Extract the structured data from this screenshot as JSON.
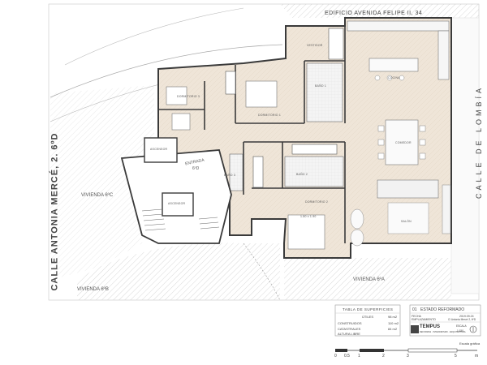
{
  "streets": {
    "top": "EDIFICIO AVENIDA FELIPE II, 34",
    "right": "CALLE DE LOMBÍA",
    "left": "CALLE ANTONIA MERCÉ, 2. 6ºD"
  },
  "neighbors": {
    "c": "VIVIENDA 6ºC",
    "b": "VIVIENDA 6ºB",
    "a": "VIVIENDA 6ºA"
  },
  "core": {
    "elevator1": "ASCENSOR",
    "elevator2": "ASCENSOR",
    "entrance": "ENTRADA",
    "entrance_unit": "6ºD"
  },
  "rooms": {
    "vestidor": "VESTIDOR",
    "bano1": "BAÑO 1",
    "bano2": "BAÑO 2",
    "bano3": "BAÑO 3",
    "cocina": "COCINA",
    "dorm1": "DORMITORIO 1",
    "dorm2": "DORMITORIO 2",
    "dorm3": "DORMITORIO 3",
    "comedor": "COMEDOR",
    "salon": "SALÓN",
    "bed_size": "1.80 x 1.90"
  },
  "surfaces": {
    "title": "TABLA DE SUPERFICIES",
    "subtitle": "ÚTILES",
    "rows": [
      {
        "label": "ÚTILES",
        "value": "98 m2"
      },
      {
        "label": "CONSTRUIDOS",
        "value": "110 m2"
      },
      {
        "label": "CATASTRALES",
        "value": "84 m2"
      },
      {
        "label": "ALTURA LIBRE",
        "value": ""
      }
    ]
  },
  "title_block": {
    "number": "01",
    "title": "ESTADO REFORMADO",
    "fecha_label": "FECHA",
    "fecha_value": "2019.09.24",
    "emplazamiento_label": "EMPLAZAMIENTO",
    "emplazamiento_value": "C/ Antonia Mercé 2, 6ºD",
    "brand_mark": "TEMPUS",
    "brand_tag": "REFORMAS · INTERIORISMO · ARQUITECTURA",
    "escala_label": "ESCALA",
    "escala_value": "1:150"
  },
  "scale_bar": {
    "caption": "Escala gráfica",
    "ticks": [
      "0",
      "0.5",
      "1",
      "2",
      "3",
      "5"
    ],
    "unit": "m"
  },
  "colors": {
    "wall": "#3a3a3a",
    "floor": "#eee3d6",
    "hatch": "#b5b5b5",
    "line": "#888888"
  }
}
